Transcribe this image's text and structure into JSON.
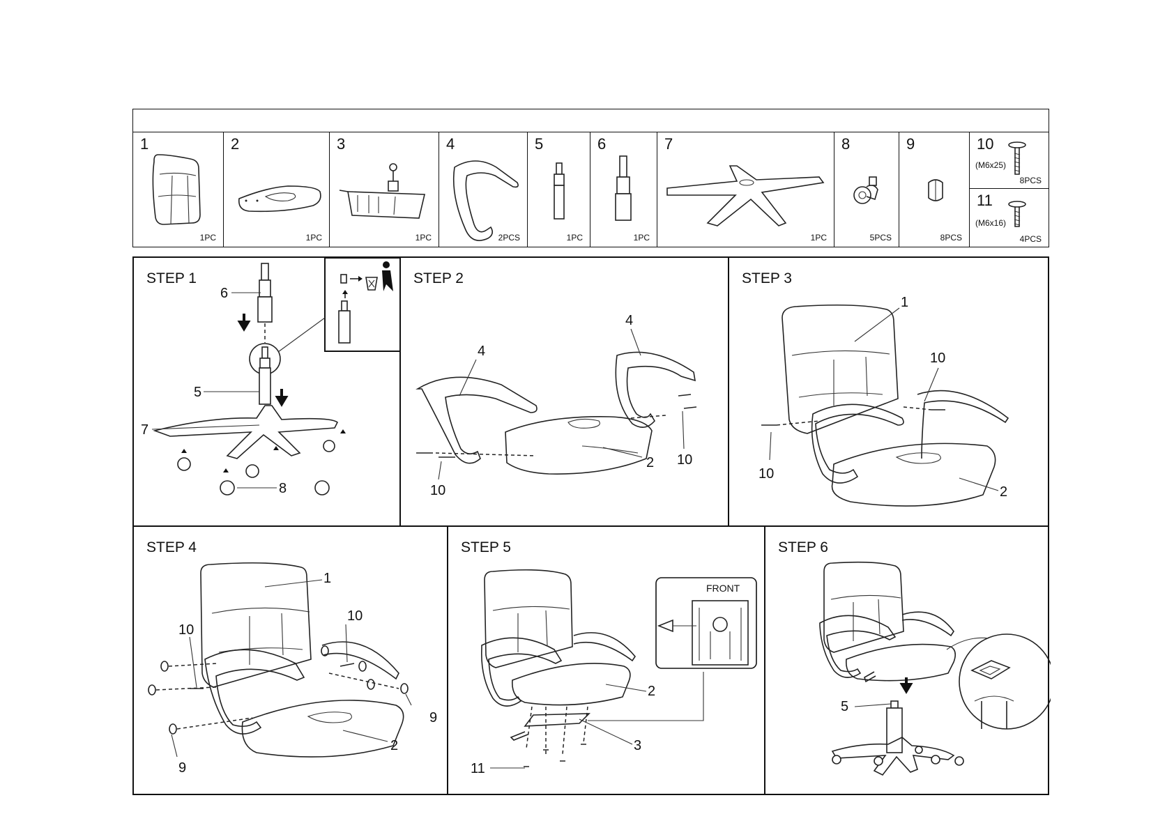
{
  "parts": [
    {
      "num": "1",
      "qty": "1PC",
      "icon": "backrest-icon"
    },
    {
      "num": "2",
      "qty": "1PC",
      "icon": "seat-icon"
    },
    {
      "num": "3",
      "qty": "1PC",
      "icon": "mechanism-icon"
    },
    {
      "num": "4",
      "qty": "2PCS",
      "icon": "armrest-icon"
    },
    {
      "num": "5",
      "qty": "1PC",
      "icon": "gas-lift-icon"
    },
    {
      "num": "6",
      "qty": "1PC",
      "icon": "gas-lift-cover-icon"
    },
    {
      "num": "7",
      "qty": "1PC",
      "icon": "base-icon"
    },
    {
      "num": "8",
      "qty": "5PCS",
      "icon": "caster-icon"
    },
    {
      "num": "9",
      "qty": "8PCS",
      "icon": "cap-icon"
    },
    {
      "num": "10",
      "size": "(M6x25)",
      "qty": "8PCS",
      "icon": "screw-icon"
    },
    {
      "num": "11",
      "size": "(M6x16)",
      "qty": "4PCS",
      "icon": "screw-icon"
    }
  ],
  "steps": {
    "step1": {
      "title": "STEP 1",
      "labels": {
        "a": "6",
        "b": "5",
        "c": "7",
        "d": "8"
      }
    },
    "step2": {
      "title": "STEP 2",
      "labels": {
        "a": "4",
        "b": "4",
        "c": "10",
        "d": "10",
        "e": "2"
      }
    },
    "step3": {
      "title": "STEP 3",
      "labels": {
        "a": "1",
        "b": "10",
        "c": "10",
        "d": "2"
      }
    },
    "step4": {
      "title": "STEP 4",
      "labels": {
        "a": "1",
        "b": "10",
        "c": "10",
        "d": "9",
        "e": "9",
        "f": "2"
      }
    },
    "step5": {
      "title": "STEP 5",
      "front": "FRONT",
      "labels": {
        "a": "2",
        "b": "3",
        "c": "11"
      }
    },
    "step6": {
      "title": "STEP 6",
      "labels": {
        "a": "5"
      }
    }
  }
}
